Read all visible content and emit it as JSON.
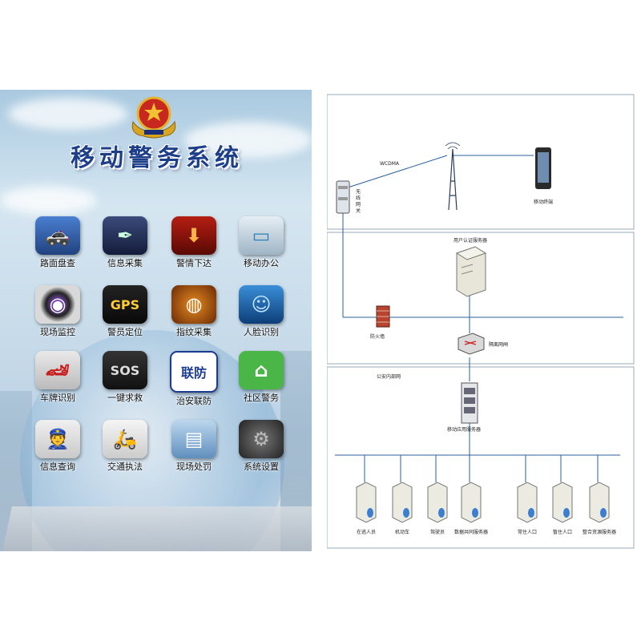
{
  "phone": {
    "title": "移动警务系统",
    "apps": [
      {
        "label": "路面盘查",
        "icon": "police-car-icon"
      },
      {
        "label": "信息采集",
        "icon": "pen-icon"
      },
      {
        "label": "警情下达",
        "icon": "down-arrow-icon"
      },
      {
        "label": "移动办公",
        "icon": "monitor-icon"
      },
      {
        "label": "现场监控",
        "icon": "camera-lens-icon"
      },
      {
        "label": "警员定位",
        "icon": "gps-globe-icon",
        "badge": "GPS"
      },
      {
        "label": "指纹采集",
        "icon": "fingerprint-icon"
      },
      {
        "label": "人脸识别",
        "icon": "face-scan-icon"
      },
      {
        "label": "车牌识别",
        "icon": "sports-car-icon"
      },
      {
        "label": "一键求救",
        "icon": "sos-icon",
        "badge": "SOS"
      },
      {
        "label": "治安联防",
        "icon": "security-badge-icon",
        "badge": "联防"
      },
      {
        "label": "社区警务",
        "icon": "community-house-icon"
      },
      {
        "label": "信息查询",
        "icon": "police-officer-icon"
      },
      {
        "label": "交通执法",
        "icon": "traffic-police-icon"
      },
      {
        "label": "现场处罚",
        "icon": "card-payment-icon"
      },
      {
        "label": "系统设置",
        "icon": "gear-icon"
      }
    ]
  },
  "diagram": {
    "wcdma": "WCDMA",
    "wireless_gateway": [
      "无",
      "线",
      "网",
      "关"
    ],
    "mobile_terminal": "移动终端",
    "auth_server": "用户认证服务器",
    "firewall": "防火墙",
    "isolation_gateway": "隔离网闸",
    "police_intranet": "公安内部网",
    "app_server": "移动应用服务器",
    "servers": [
      "在逃人员",
      "机动车",
      "驾驶员",
      "数据共同服务器",
      "常住人口",
      "暂住人口",
      "整合资源服务器"
    ]
  },
  "colors": {
    "title": "#1d3f8a",
    "line": "#2b5f9e",
    "border": "#9aa8b8"
  }
}
